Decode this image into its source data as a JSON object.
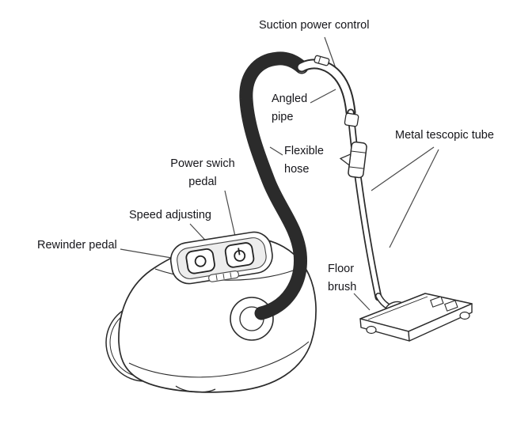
{
  "diagram": {
    "subject": "vacuum-cleaner-parts-diagram",
    "line_color": "#2b2b2b",
    "labels": [
      {
        "id": "suction-power-control",
        "text": "Suction power control"
      },
      {
        "id": "angled-pipe",
        "text": "Angled pipe"
      },
      {
        "id": "metal-telescopic-tube",
        "text": "Metal tescopic tube"
      },
      {
        "id": "flexible-hose",
        "text": "Flexible hose"
      },
      {
        "id": "power-switch-pedal",
        "text": "Power swich pedal"
      },
      {
        "id": "speed-adjusting",
        "text": "Speed adjusting"
      },
      {
        "id": "rewinder-pedal",
        "text": "Rewinder pedal"
      },
      {
        "id": "floor-brush",
        "text": "Floor brush"
      }
    ]
  }
}
